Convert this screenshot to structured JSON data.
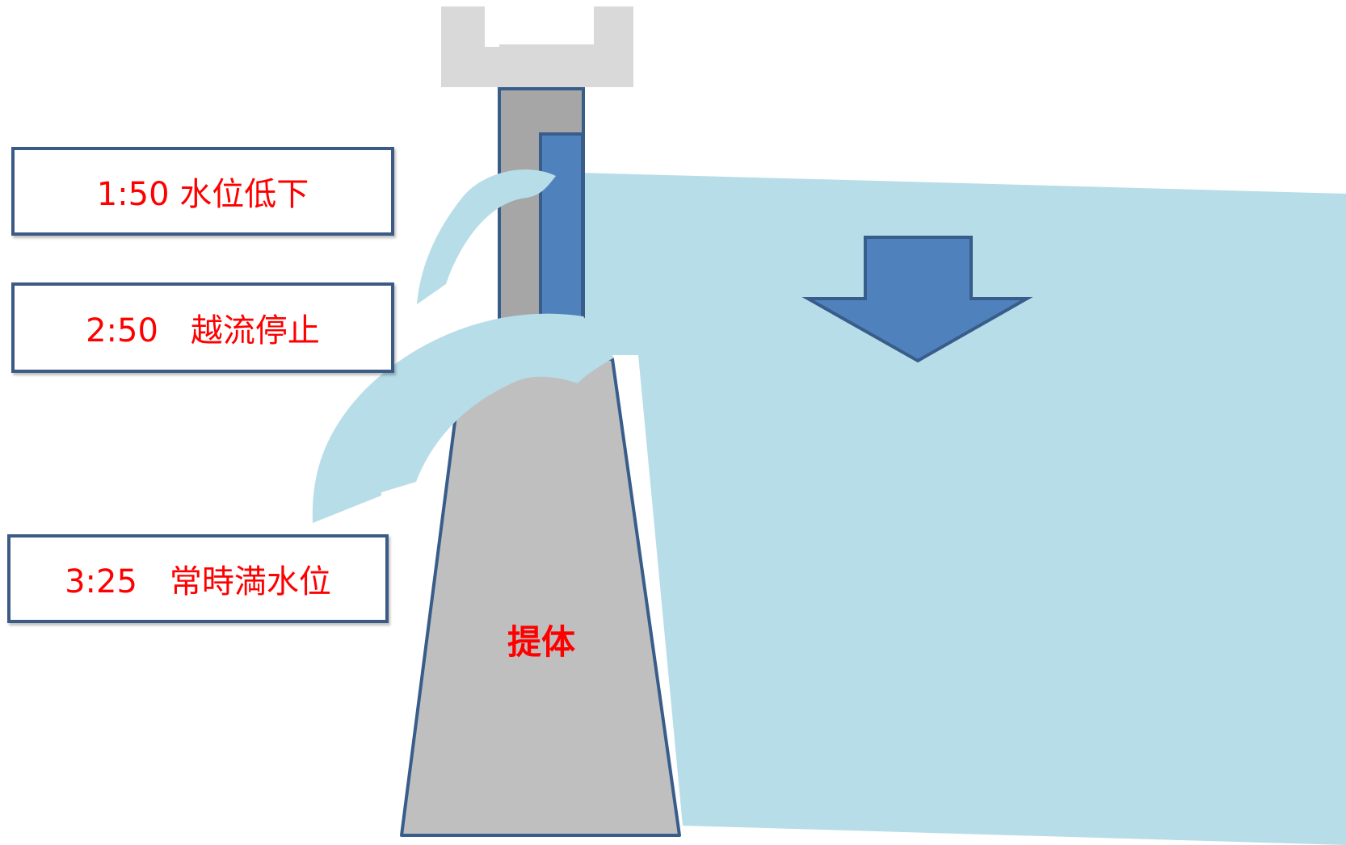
{
  "labels": {
    "water_drop": "1:50 水位低下",
    "overflow_stop": "2:50　越流停止",
    "normal_level": "3:25　常時満水位"
  },
  "dam_label": "提体",
  "colors": {
    "water": "#b7dde8",
    "water_level_bar": "#4f81bd",
    "outline": "#385d8a",
    "dam_body": "#bfbfbf",
    "gate_pier": "#a6a6a6",
    "crane": "#d9d9d9",
    "label_text": "#ff0000"
  }
}
